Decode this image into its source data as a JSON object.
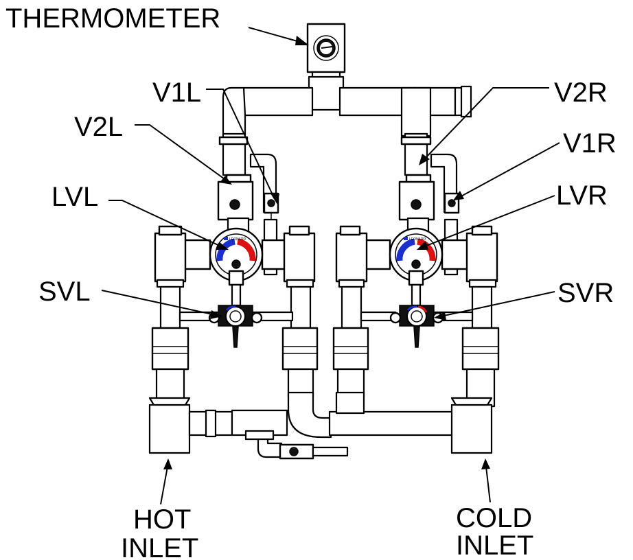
{
  "labels": {
    "thermometer": "THERMOMETER",
    "v1l": "V1L",
    "v2l": "V2L",
    "v1r": "V1R",
    "v2r": "V2R",
    "lvl": "LVL",
    "lvr": "LVR",
    "svl": "SVL",
    "svr": "SVR",
    "hot_inlet_line1": "HOT",
    "hot_inlet_line2": "INLET",
    "cold_inlet_line1": "COLD",
    "cold_inlet_line2": "INLET"
  },
  "valve_brand": "LEONARD",
  "colors": {
    "hot": "#e01010",
    "cold": "#1a2fd0",
    "line": "#000000"
  }
}
